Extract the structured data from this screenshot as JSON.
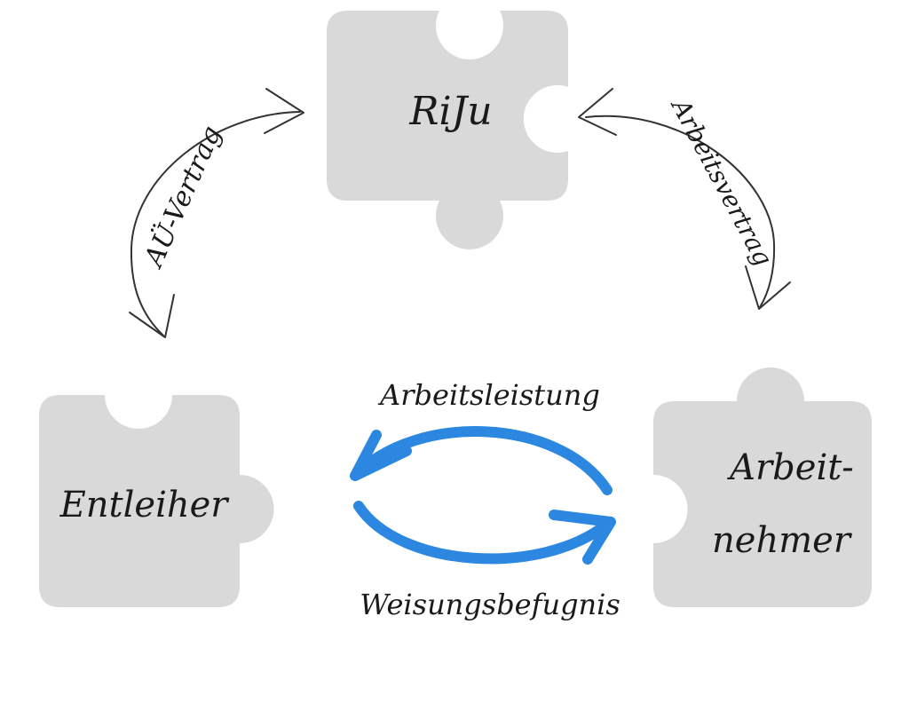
{
  "nodes": {
    "top": "RiJu",
    "left": "Entleiher",
    "right_line1": "Arbeit-",
    "right_line2": "nehmer"
  },
  "edges": {
    "left_contract": "AÜ-Vertrag",
    "right_contract": "Arbeitsvertrag",
    "upper_flow": "Arbeitsleistung",
    "lower_flow": "Weisungsbefugnis"
  },
  "colors": {
    "piece": "#d9d9d9",
    "flow_arrow": "#2b87e0",
    "contract_arrow": "#333333"
  }
}
